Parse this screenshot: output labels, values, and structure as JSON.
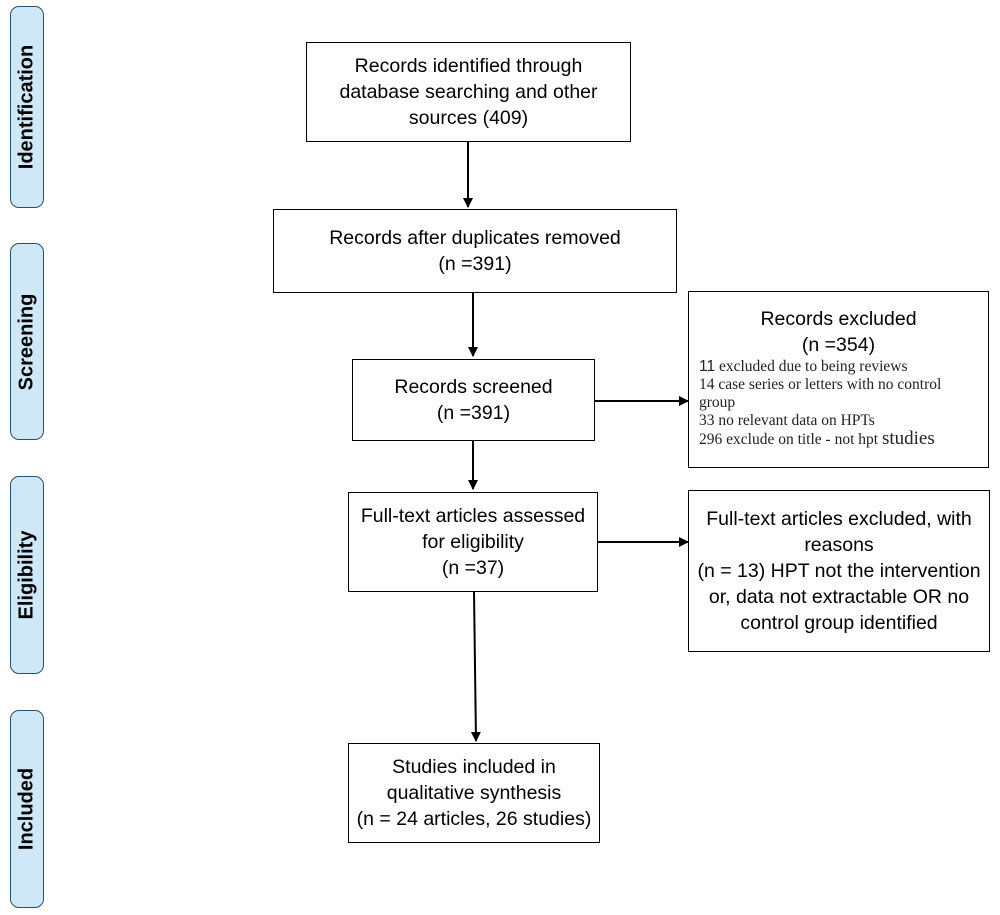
{
  "stages": [
    {
      "key": "identification",
      "label": "Identification"
    },
    {
      "key": "screening",
      "label": "Screening"
    },
    {
      "key": "eligibility",
      "label": "Eligibility"
    },
    {
      "key": "included",
      "label": "Included"
    }
  ],
  "boxes": {
    "identified": {
      "line1": "Records identified through",
      "line2": "database searching and other",
      "line3": "sources (409)"
    },
    "after_duplicates": {
      "line1": "Records after duplicates removed",
      "line2": "(n =391)"
    },
    "screened": {
      "line1": "Records screened",
      "line2": "(n =391)"
    },
    "records_excluded": {
      "title": "Records excluded",
      "count": "(n =354)",
      "items": [
        {
          "num": "11",
          "text": " excluded due to being reviews"
        },
        {
          "num": "",
          "text": "14 case series or letters with no control group"
        },
        {
          "num": "",
          "text": "33 no relevant data on HPTs"
        },
        {
          "num": "",
          "text": "296 exclude on title - not hpt ",
          "tail": "studies"
        }
      ]
    },
    "full_text": {
      "line1": "Full-text articles assessed",
      "line2": "for eligibility",
      "line3": "(n =37)"
    },
    "full_text_excluded": {
      "line1": "Full-text articles excluded, with",
      "line2": "reasons",
      "line3": "(n = 13) HPT not the intervention",
      "line4": "or, data not extractable OR no",
      "line5": "control group identified"
    },
    "included": {
      "line1": "Studies included in",
      "line2": "qualitative synthesis",
      "line3": "(n = 24 articles, 26 studies)"
    }
  }
}
